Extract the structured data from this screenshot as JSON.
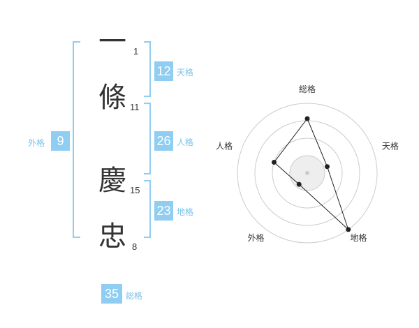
{
  "name": {
    "chars": [
      {
        "char": "一",
        "strokes": "1"
      },
      {
        "char": "條",
        "strokes": "11"
      },
      {
        "char": "慶",
        "strokes": "15"
      },
      {
        "char": "忠",
        "strokes": "8"
      }
    ]
  },
  "fortunes": {
    "tenkaku": {
      "value": "12",
      "label": "天格"
    },
    "jinkaku": {
      "value": "26",
      "label": "人格"
    },
    "chikaku": {
      "value": "23",
      "label": "地格"
    },
    "gaikaku": {
      "value": "9",
      "label": "外格"
    },
    "soukaku": {
      "value": "35",
      "label": "総格"
    }
  },
  "chart_data": {
    "type": "radar",
    "axes": [
      "総格",
      "天格",
      "地格",
      "外格",
      "人格"
    ],
    "values": [
      0.78,
      0.3,
      1.0,
      0.2,
      0.5
    ],
    "range": [
      0,
      1
    ],
    "rings": 4,
    "colors": {
      "line": "#222222",
      "fill": "#eeeeee",
      "ring": "#cccccc",
      "accent": "#8fcdf2"
    }
  }
}
